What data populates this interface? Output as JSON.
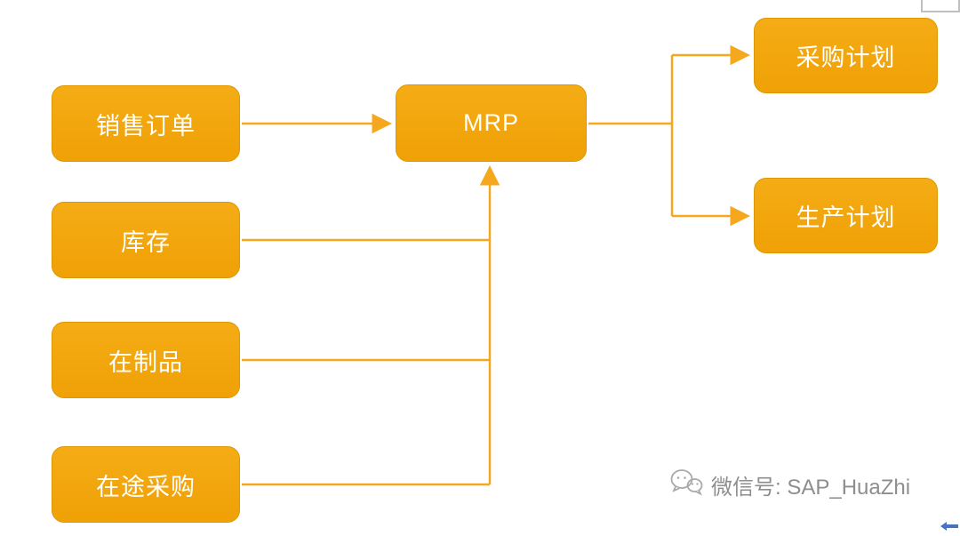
{
  "diagram": {
    "nodes": {
      "sales_order": {
        "label": "销售订单"
      },
      "inventory": {
        "label": "库存"
      },
      "wip": {
        "label": "在制品"
      },
      "in_transit_purchase": {
        "label": "在途采购"
      },
      "mrp": {
        "label": "MRP"
      },
      "purchase_plan": {
        "label": "采购计划"
      },
      "production_plan": {
        "label": "生产计划"
      }
    },
    "colors": {
      "node_fill": "#F1A40B",
      "node_border": "#DD9704",
      "node_text": "#FFFFFF",
      "connector": "#F5A71E"
    }
  },
  "watermark": {
    "icon": "wechat-icon",
    "text": "微信号: SAP_HuaZhi",
    "color": "#8E8E8E"
  },
  "decorations": {
    "back_arrow_icon": "left-arrow-icon",
    "back_arrow_color": "#4472C4",
    "corner_box_border": "#BFBFBF"
  }
}
